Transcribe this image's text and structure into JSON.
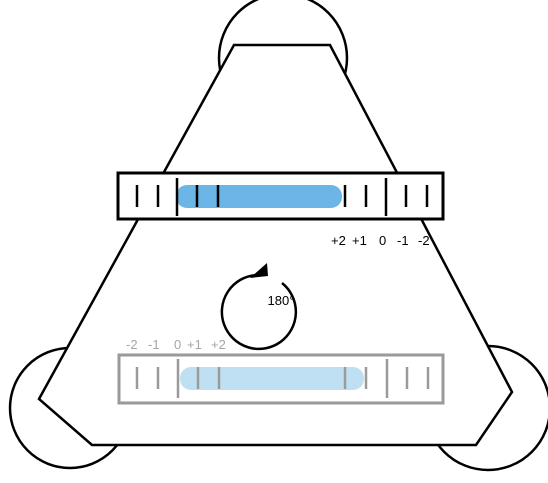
{
  "colors": {
    "outline": "#000000",
    "blue_bar": "#6bb6e6",
    "blue_bar_light": "#bfdff3",
    "faded_outline": "#9a9a9a",
    "faded_text": "#a6a6a6",
    "background": "#ffffff"
  },
  "rotation": {
    "label": "180°",
    "icon": "rotate-clockwise-arrow-icon"
  },
  "top_scale": {
    "labels": [
      "+2",
      "+1",
      "0",
      "-1",
      "-2"
    ]
  },
  "bottom_scale": {
    "labels": [
      "-2",
      "-1",
      "0",
      "+1",
      "+2"
    ]
  }
}
